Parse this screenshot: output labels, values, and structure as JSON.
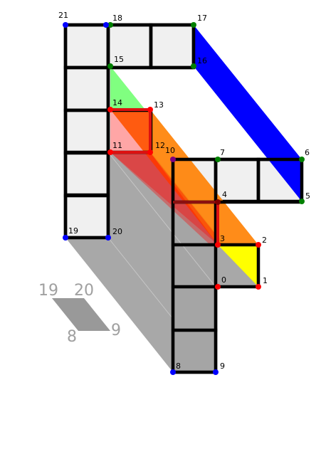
{
  "points": [
    {
      "label": "0",
      "color": "#ff0000"
    },
    {
      "label": "1",
      "color": "#ff0000"
    },
    {
      "label": "2",
      "color": "#ff0000"
    },
    {
      "label": "3",
      "color": "#ff0000"
    },
    {
      "label": "4",
      "color": "#800000"
    },
    {
      "label": "5",
      "color": "#008000"
    },
    {
      "label": "6",
      "color": "#008000"
    },
    {
      "label": "7",
      "color": "#008000"
    },
    {
      "label": "8",
      "color": "#0000ff"
    },
    {
      "label": "9",
      "color": "#0000ff"
    },
    {
      "label": "10",
      "color": "#800080"
    },
    {
      "label": "11",
      "color": "#ff0000"
    },
    {
      "label": "12",
      "color": "#ff0000"
    },
    {
      "label": "13",
      "color": "#ff0000"
    },
    {
      "label": "14",
      "color": "#ff0000"
    },
    {
      "label": "15",
      "color": "#008000"
    },
    {
      "label": "16",
      "color": "#008000"
    },
    {
      "label": "17",
      "color": "#008000"
    },
    {
      "label": "18",
      "color": "#008000"
    },
    {
      "label": "19",
      "color": "#0000ff"
    },
    {
      "label": "20",
      "color": "#0000ff"
    },
    {
      "label": "21",
      "color": "#0000ff"
    }
  ],
  "legend": {
    "label_19": "19",
    "label_20": "20",
    "label_8": "8",
    "label_9": "9"
  },
  "colors": {
    "gray": "#999999",
    "blue": "#0000ff",
    "orange": "#ff8000",
    "green": "#80ff80",
    "yellow": "#ffff00",
    "red": "#ff0000",
    "cell": "#f0f0f0"
  }
}
